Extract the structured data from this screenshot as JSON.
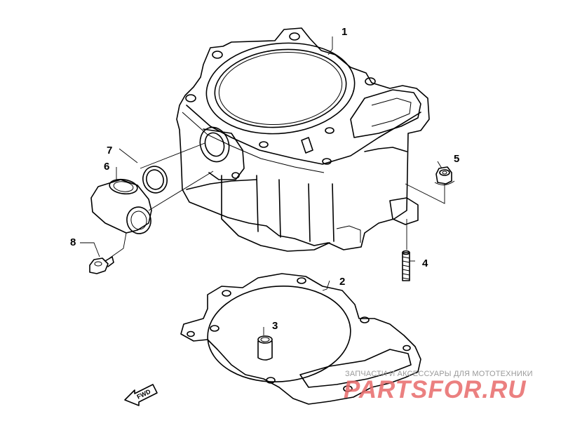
{
  "callouts": [
    {
      "id": "1",
      "label": "1"
    },
    {
      "id": "2",
      "label": "2"
    },
    {
      "id": "3",
      "label": "3"
    },
    {
      "id": "4",
      "label": "4"
    },
    {
      "id": "5",
      "label": "5"
    },
    {
      "id": "6",
      "label": "6"
    },
    {
      "id": "7",
      "label": "7"
    },
    {
      "id": "8",
      "label": "8"
    }
  ],
  "fwd_label": "FWD",
  "watermark": {
    "caption": "ЗАПЧАСТИ И АКСЕССУАРЫ ДЛЯ МОТОТЕХНИКИ",
    "logo": "PARTSFOR.RU"
  }
}
